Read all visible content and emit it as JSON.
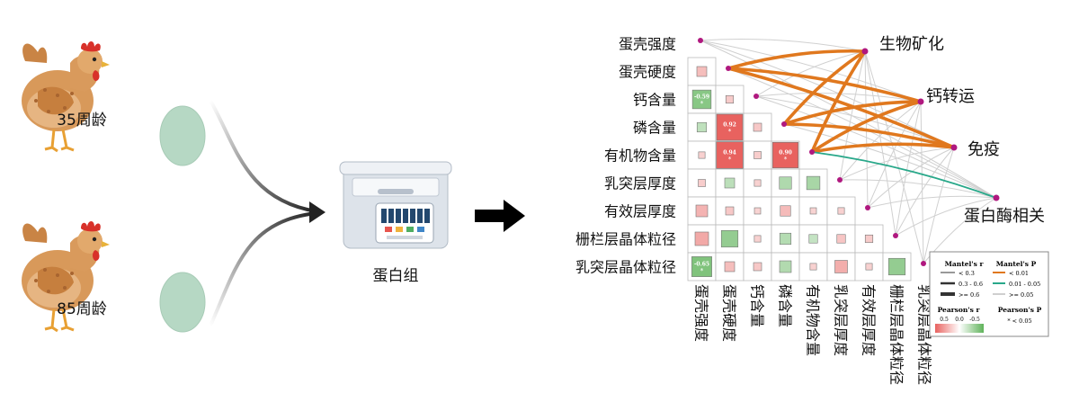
{
  "samples": {
    "top_age": "35周龄",
    "bottom_age": "85周龄"
  },
  "instrument": {
    "label": "蛋白组"
  },
  "heatmap": {
    "row_labels": [
      "蛋壳强度",
      "蛋壳硬度",
      "钙含量",
      "磷含量",
      "有机物含量",
      "乳突层厚度",
      "有效层厚度",
      "栅栏层晶体粒径",
      "乳突层晶体粒径"
    ],
    "col_labels": [
      "蛋壳强度",
      "蛋壳硬度",
      "钙含量",
      "磷含量",
      "有机物含量",
      "乳突层厚度",
      "有效层厚度",
      "栅栏层晶体粒径",
      "乳突层晶体粒径"
    ],
    "cells": [
      {
        "r": 1,
        "c": 0,
        "v": 0.2
      },
      {
        "r": 2,
        "c": 0,
        "v": -0.59,
        "label": "-0.59",
        "sig": "*"
      },
      {
        "r": 2,
        "c": 1,
        "v": 0.1
      },
      {
        "r": 3,
        "c": 0,
        "v": -0.18
      },
      {
        "r": 3,
        "c": 1,
        "v": 0.92,
        "label": "0.92",
        "sig": "*"
      },
      {
        "r": 3,
        "c": 2,
        "v": 0.12
      },
      {
        "r": 4,
        "c": 0,
        "v": 0.05
      },
      {
        "r": 4,
        "c": 1,
        "v": 0.94,
        "label": "0.94",
        "sig": "*"
      },
      {
        "r": 4,
        "c": 2,
        "v": 0.08
      },
      {
        "r": 4,
        "c": 3,
        "v": 0.9,
        "label": "0.90",
        "sig": "*"
      },
      {
        "r": 5,
        "c": 0,
        "v": 0.08
      },
      {
        "r": 5,
        "c": 1,
        "v": -0.2
      },
      {
        "r": 5,
        "c": 2,
        "v": 0.05
      },
      {
        "r": 5,
        "c": 3,
        "v": -0.3
      },
      {
        "r": 5,
        "c": 4,
        "v": -0.35
      },
      {
        "r": 6,
        "c": 0,
        "v": 0.28
      },
      {
        "r": 6,
        "c": 1,
        "v": 0.12
      },
      {
        "r": 6,
        "c": 2,
        "v": 0.04
      },
      {
        "r": 6,
        "c": 3,
        "v": 0.22
      },
      {
        "r": 6,
        "c": 4,
        "v": 0.04
      },
      {
        "r": 6,
        "c": 5,
        "v": 0.05
      },
      {
        "r": 7,
        "c": 0,
        "v": 0.36
      },
      {
        "r": 7,
        "c": 1,
        "v": -0.5
      },
      {
        "r": 7,
        "c": 2,
        "v": 0.05
      },
      {
        "r": 7,
        "c": 3,
        "v": -0.26
      },
      {
        "r": 7,
        "c": 4,
        "v": -0.14
      },
      {
        "r": 7,
        "c": 5,
        "v": 0.14
      },
      {
        "r": 7,
        "c": 6,
        "v": 0.1
      },
      {
        "r": 8,
        "c": 0,
        "v": -0.65,
        "label": "-0.65",
        "sig": "*"
      },
      {
        "r": 8,
        "c": 1,
        "v": 0.2
      },
      {
        "r": 8,
        "c": 2,
        "v": 0.12
      },
      {
        "r": 8,
        "c": 3,
        "v": -0.28
      },
      {
        "r": 8,
        "c": 4,
        "v": 0.05
      },
      {
        "r": 8,
        "c": 5,
        "v": 0.32
      },
      {
        "r": 8,
        "c": 6,
        "v": 0.05
      },
      {
        "r": 8,
        "c": 7,
        "v": -0.5
      }
    ]
  },
  "functions": [
    "生物矿化",
    "钙转运",
    "免疫",
    "蛋白酶相关"
  ],
  "links": [
    {
      "f": 0,
      "r": 1,
      "w": "thick",
      "p": "lt0.01"
    },
    {
      "f": 1,
      "r": 1,
      "w": "thick",
      "p": "lt0.01"
    },
    {
      "f": 2,
      "r": 1,
      "w": "thick",
      "p": "lt0.01"
    },
    {
      "f": 0,
      "r": 3,
      "w": "thick",
      "p": "lt0.01"
    },
    {
      "f": 1,
      "r": 3,
      "w": "thick",
      "p": "lt0.01"
    },
    {
      "f": 2,
      "r": 3,
      "w": "thick",
      "p": "lt0.01"
    },
    {
      "f": 0,
      "r": 4,
      "w": "thick",
      "p": "lt0.01"
    },
    {
      "f": 1,
      "r": 4,
      "w": "thick",
      "p": "lt0.01"
    },
    {
      "f": 2,
      "r": 4,
      "w": "thick",
      "p": "lt0.01"
    },
    {
      "f": 3,
      "r": 4,
      "w": "mid",
      "p": "0.01-0.05"
    },
    {
      "f": 0,
      "r": 0,
      "w": "thin",
      "p": "ge0.05"
    },
    {
      "f": 1,
      "r": 0,
      "w": "thin",
      "p": "ge0.05"
    },
    {
      "f": 2,
      "r": 0,
      "w": "thin",
      "p": "ge0.05"
    },
    {
      "f": 3,
      "r": 0,
      "w": "thin",
      "p": "ge0.05"
    },
    {
      "f": 0,
      "r": 2,
      "w": "thin",
      "p": "ge0.05"
    },
    {
      "f": 1,
      "r": 2,
      "w": "thin",
      "p": "ge0.05"
    },
    {
      "f": 2,
      "r": 2,
      "w": "thin",
      "p": "ge0.05"
    },
    {
      "f": 3,
      "r": 2,
      "w": "thin",
      "p": "ge0.05"
    },
    {
      "f": 3,
      "r": 1,
      "w": "thin",
      "p": "ge0.05"
    },
    {
      "f": 3,
      "r": 3,
      "w": "thin",
      "p": "ge0.05"
    },
    {
      "f": 0,
      "r": 5,
      "w": "thin",
      "p": "ge0.05"
    },
    {
      "f": 1,
      "r": 5,
      "w": "thin",
      "p": "ge0.05"
    },
    {
      "f": 2,
      "r": 5,
      "w": "thin",
      "p": "ge0.05"
    },
    {
      "f": 3,
      "r": 5,
      "w": "thin",
      "p": "ge0.05"
    },
    {
      "f": 0,
      "r": 6,
      "w": "thin",
      "p": "ge0.05"
    },
    {
      "f": 1,
      "r": 6,
      "w": "thin",
      "p": "ge0.05"
    },
    {
      "f": 2,
      "r": 6,
      "w": "thin",
      "p": "ge0.05"
    },
    {
      "f": 3,
      "r": 6,
      "w": "thin",
      "p": "ge0.05"
    },
    {
      "f": 0,
      "r": 7,
      "w": "thin",
      "p": "ge0.05"
    },
    {
      "f": 1,
      "r": 7,
      "w": "thin",
      "p": "ge0.05"
    },
    {
      "f": 2,
      "r": 7,
      "w": "thin",
      "p": "ge0.05"
    },
    {
      "f": 3,
      "r": 7,
      "w": "thin",
      "p": "ge0.05"
    },
    {
      "f": 0,
      "r": 8,
      "w": "thin",
      "p": "ge0.05"
    },
    {
      "f": 1,
      "r": 8,
      "w": "thin",
      "p": "ge0.05"
    },
    {
      "f": 2,
      "r": 8,
      "w": "thin",
      "p": "ge0.05"
    },
    {
      "f": 3,
      "r": 8,
      "w": "thin",
      "p": "ge0.05"
    }
  ],
  "legend": {
    "mantel_r_title": "Mantel's r",
    "mantel_r_items": [
      "< 0.3",
      "0.3 - 0.6",
      ">= 0.6"
    ],
    "mantel_p_title": "Mantel's P",
    "mantel_p_items": [
      "< 0.01",
      "0.01 - 0.05",
      ">= 0.05"
    ],
    "pearson_r_title": "Pearson's r",
    "pearson_r_ticks": [
      "0.5",
      "0.0",
      "-0.5"
    ],
    "pearson_p_title": "Pearson's P",
    "pearson_p_item": "* < 0.05"
  },
  "colors": {
    "pos": "#e8625f",
    "neg": "#5fb35a",
    "orange": "#e0781e",
    "teal": "#29a88a",
    "thin": "#d0d0d0",
    "node": "#b0187f"
  }
}
